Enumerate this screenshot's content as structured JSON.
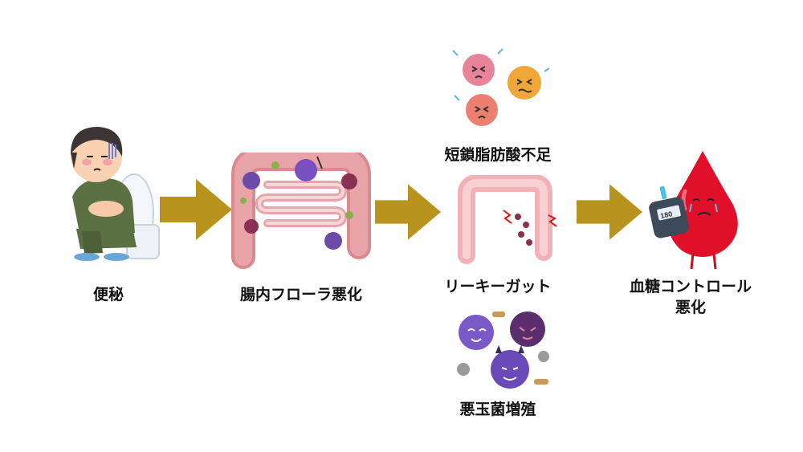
{
  "steps": {
    "constipation": "便秘",
    "flora": "腸内フローラ悪化",
    "scfa": "短鎖脂肪酸不足",
    "leaky_gut": "リーキーガット",
    "bad_bacteria": "悪玉菌増殖",
    "blood_sugar_line1": "血糖コントロール",
    "blood_sugar_line2": "悪化"
  },
  "meter_value": "180",
  "colors": {
    "arrow": "#b8941f",
    "blood": "#e0102a",
    "intestine": "#e8a0a8",
    "bacteria_purple": "#6b4aa8"
  }
}
